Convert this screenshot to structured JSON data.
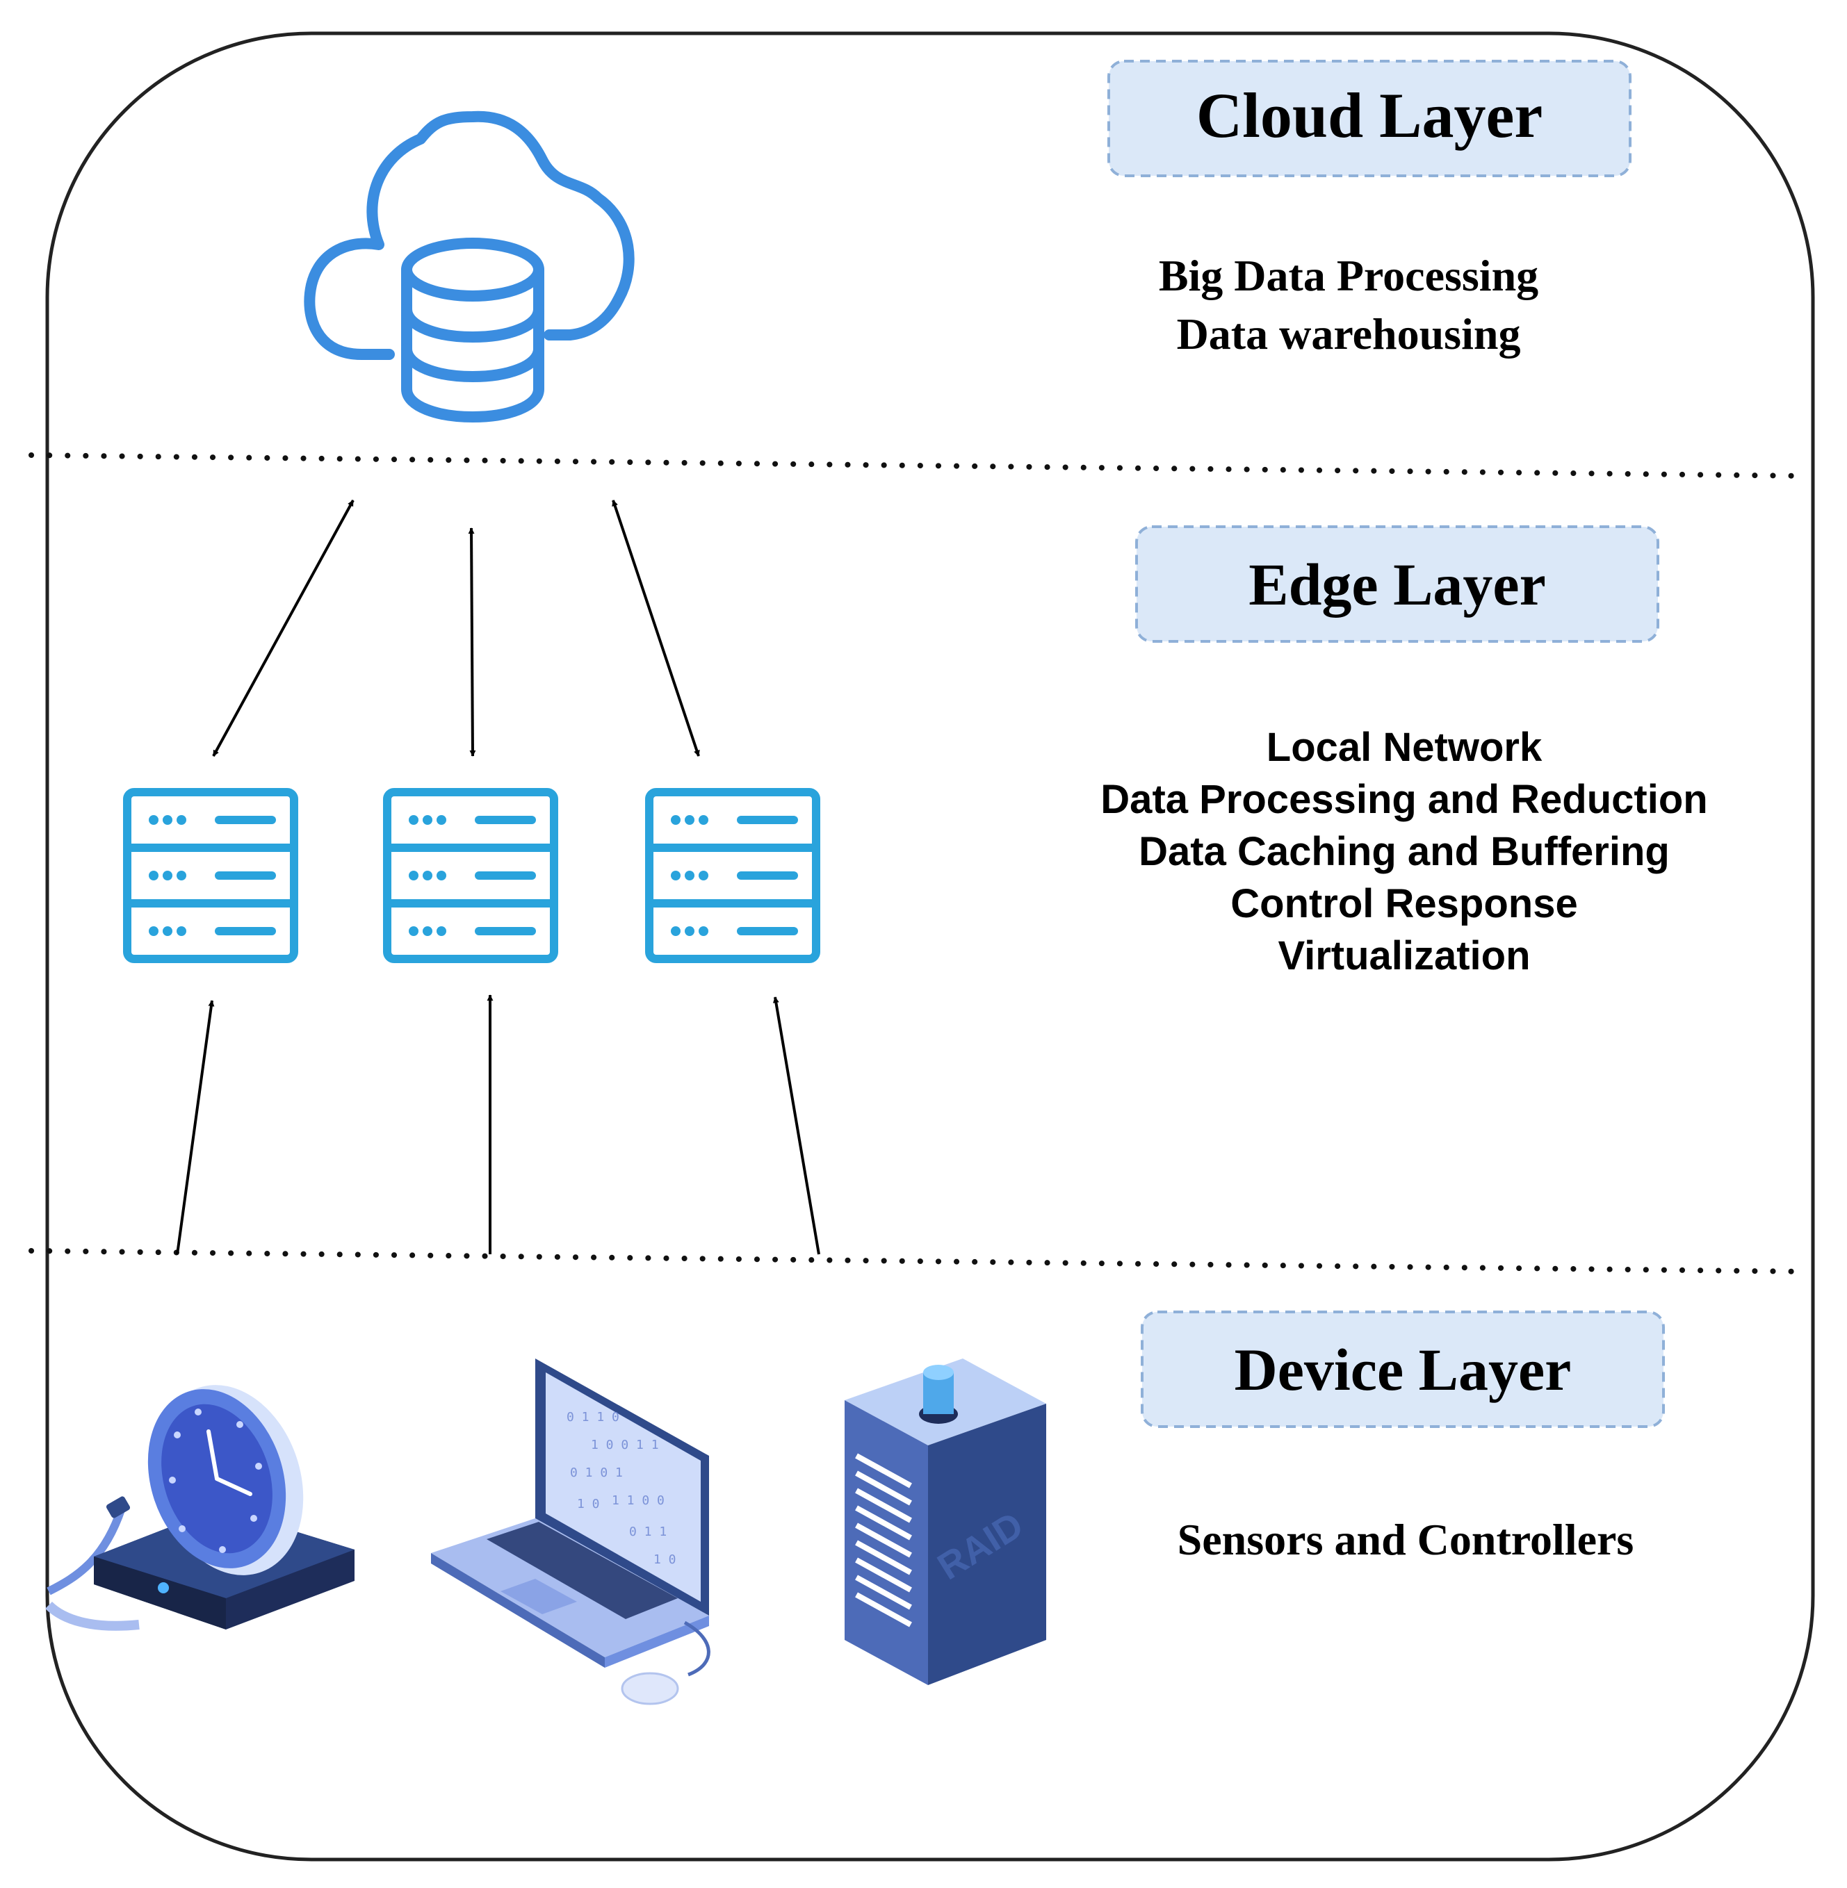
{
  "layers": {
    "cloud": {
      "title": "Cloud Layer",
      "lines": [
        "Big Data Processing",
        "Data warehousing"
      ]
    },
    "edge": {
      "title": "Edge Layer",
      "lines": [
        "Local Network",
        "Data Processing and Reduction",
        "Data Caching and Buffering",
        "Control Response",
        "Virtualization"
      ]
    },
    "device": {
      "title": "Device Layer",
      "lines": [
        "Sensors and Controllers"
      ]
    }
  },
  "icons": {
    "cloud": "cloud-database-icon",
    "servers": [
      "server-rack-icon",
      "server-rack-icon",
      "server-rack-icon"
    ],
    "devices": [
      "clock-sensor-device-icon",
      "laptop-icon",
      "raid-storage-icon"
    ],
    "raid_label": "RAID"
  },
  "colors": {
    "cloud_blue": "#3b8de0",
    "server_blue": "#29a3dc",
    "device_dark": "#2f4a8a",
    "device_mid": "#4d6bb8",
    "device_light": "#a9bdf0",
    "badge_fill": "#dbe8f8",
    "badge_border": "#8fb0d8"
  }
}
